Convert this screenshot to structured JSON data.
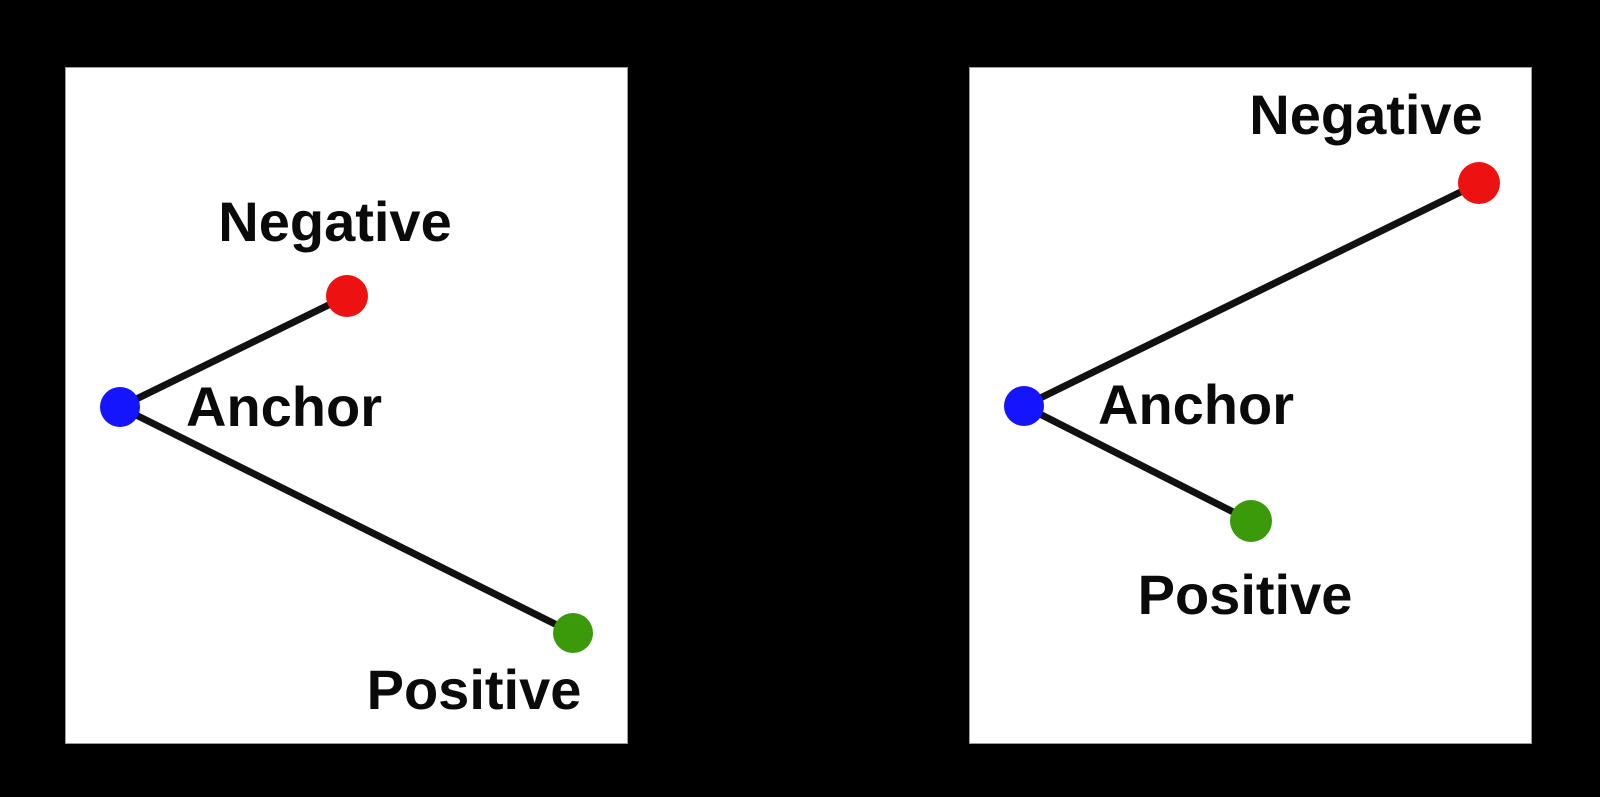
{
  "diagram": {
    "labels": {
      "anchor": "Anchor",
      "negative": "Negative",
      "positive": "Positive"
    },
    "colors": {
      "anchor_point": "#1414ff",
      "negative_point": "#ee1111",
      "positive_point": "#3a9a0a",
      "edge": "#111111",
      "panel_background": "#ffffff",
      "page_background": "#000000"
    }
  }
}
